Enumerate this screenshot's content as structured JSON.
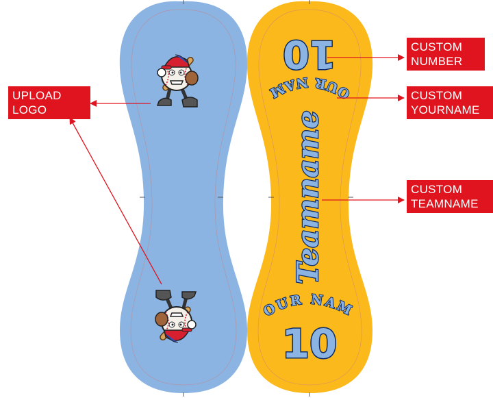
{
  "colors": {
    "left_panel": "#8cb4e2",
    "right_panel": "#fbb91c",
    "number_fill": "#8cb4e2",
    "number_outline": "#0b2a66",
    "callout_bg": "#e0141e",
    "arrow": "#e0141e"
  },
  "callouts": {
    "upload_logo": "UPLOAD\nLOGO",
    "custom_number": "CUSTOM\nNUMBER",
    "custom_yourname": "CUSTOM\nYOURNAME",
    "custom_teamname": "CUSTOM\nTEAMNAME"
  },
  "design": {
    "top_number": "10",
    "top_name": "YOUR NAME",
    "teamname": "Teamname",
    "bottom_name": "YOUR NAME",
    "bottom_number": "10"
  },
  "icons": {
    "logo": "baseball-mascot-icon"
  }
}
